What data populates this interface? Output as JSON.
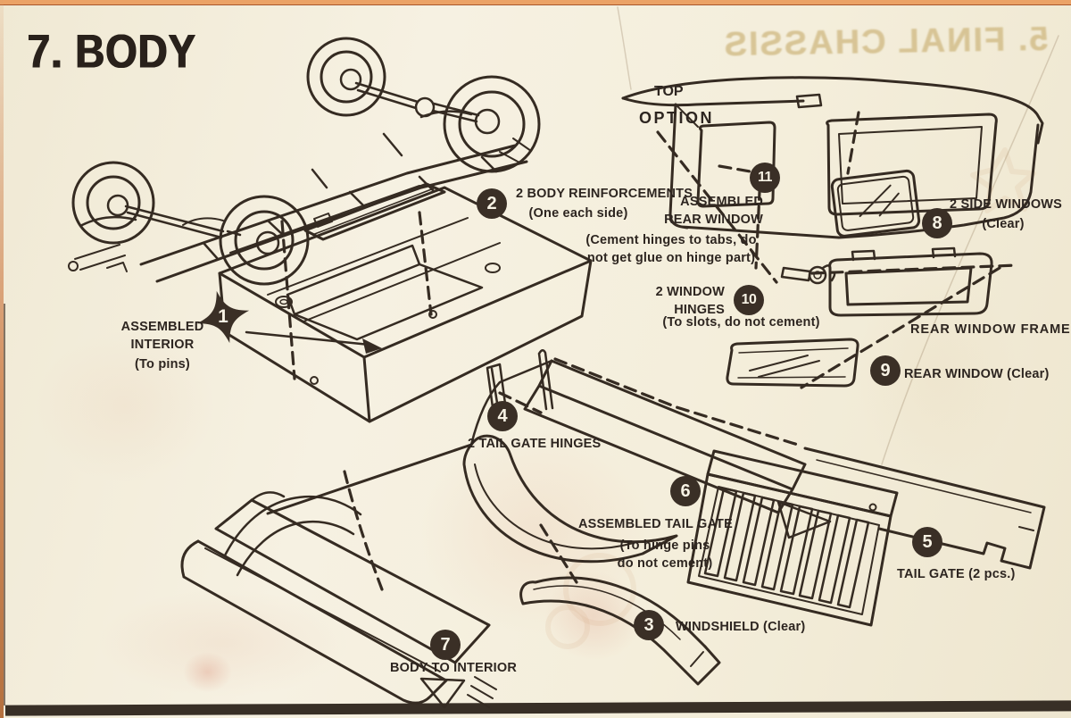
{
  "page": {
    "step_title": "7. BODY",
    "bleed_text": "5. FINAL CHASSIS",
    "top_label": "TOP",
    "option_label": "OPTION"
  },
  "parts": {
    "rear_window_frame_label": "REAR WINDOW FRAME"
  },
  "colors": {
    "paper": "#f4eedd",
    "ink": "#352b22",
    "badge": "#3a2f26",
    "top_edge": "#eba266",
    "bottom_bar": "#382f26"
  },
  "callouts": [
    {
      "num": "1",
      "label": "ASSEMBLED INTERIOR",
      "note": "(To pins)"
    },
    {
      "num": "2",
      "label": "2 BODY REINFORCEMENTS",
      "note": "(One each side)"
    },
    {
      "num": "3",
      "label": "WINDSHIELD (Clear)",
      "note": ""
    },
    {
      "num": "4",
      "label": "2 TAIL GATE HINGES",
      "note": ""
    },
    {
      "num": "5",
      "label": "TAIL GATE (2 pcs.)",
      "note": ""
    },
    {
      "num": "6",
      "label": "ASSEMBLED TAIL GATE",
      "note": "(To hinge pins do not cement)"
    },
    {
      "num": "7",
      "label": "BODY TO INTERIOR",
      "note": ""
    },
    {
      "num": "8",
      "label": "2 SIDE WINDOWS",
      "note": "(Clear)"
    },
    {
      "num": "9",
      "label": "REAR WINDOW (Clear)",
      "note": ""
    },
    {
      "num": "10",
      "label": "2 WINDOW HINGES",
      "note": "(To slots, do not cement)"
    },
    {
      "num": "11",
      "label": "ASSEMBLED REAR WINDOW",
      "note": "(Cement hinges to tabs, do not get glue on hinge part)"
    }
  ]
}
